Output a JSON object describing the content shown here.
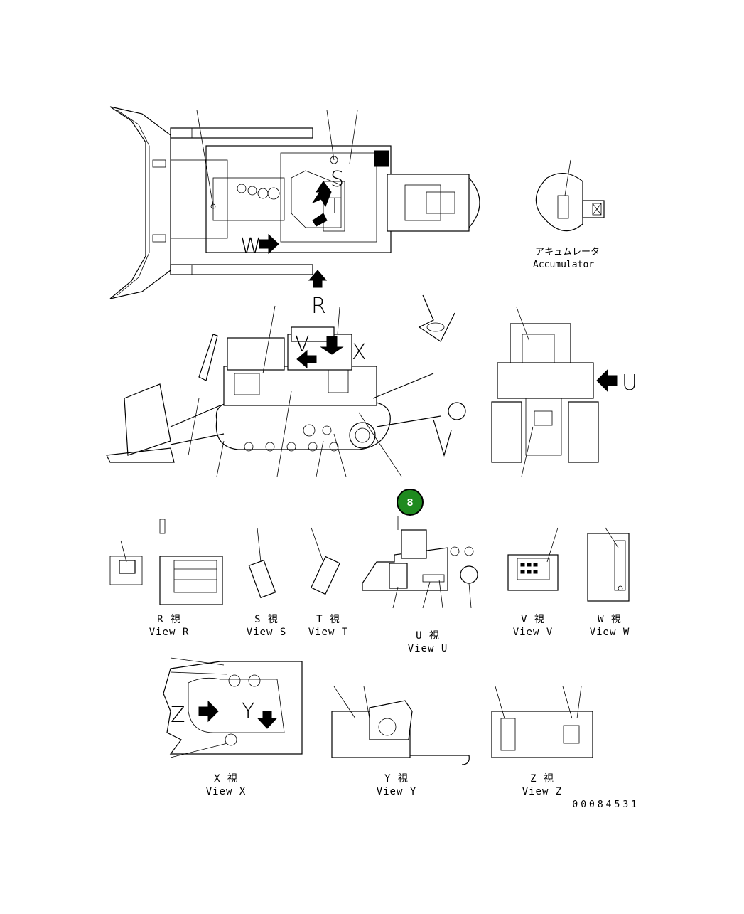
{
  "letters": {
    "R": "R",
    "S": "S",
    "T": "T",
    "U": "U",
    "V": "V",
    "W": "W",
    "X": "X",
    "Y": "Y",
    "Z": "Z"
  },
  "accumulator": {
    "jp": "アキュムレータ",
    "en": "Accumulator"
  },
  "views": {
    "R": {
      "jp": "R 視",
      "en": "View R"
    },
    "S": {
      "jp": "S 視",
      "en": "View S"
    },
    "T": {
      "jp": "T 視",
      "en": "View T"
    },
    "U": {
      "jp": "U 視",
      "en": "View U"
    },
    "V": {
      "jp": "V 視",
      "en": "View V"
    },
    "W": {
      "jp": "W 視",
      "en": "View W"
    },
    "X": {
      "jp": "X 視",
      "en": "View X"
    },
    "Y": {
      "jp": "Y 視",
      "en": "View Y"
    },
    "Z": {
      "jp": "Z 視",
      "en": "View Z"
    }
  },
  "callout": {
    "number": "8",
    "color": "#1f8a1f"
  },
  "drawing_number": "00084531"
}
